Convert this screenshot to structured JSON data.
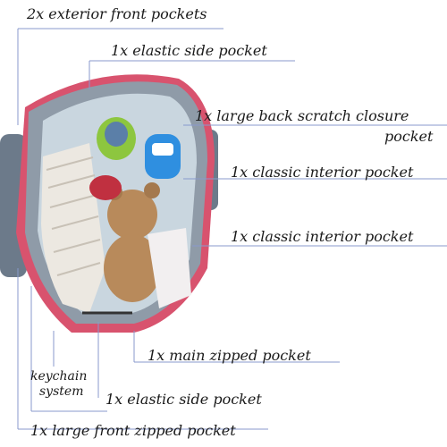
{
  "image_desc": "",
  "labels": {
    "front_pockets": "2x exterior front pockets",
    "elastic_side_top": "1x elastic side pocket",
    "back_scratch_1": "1x large back scratch closure",
    "back_scratch_2": "pocket",
    "interior_1": "1x classic interior pocket",
    "interior_2": "1x classic interior pocket",
    "main_zipped": "1x main zipped pocket",
    "keychain_1": "keychain",
    "keychain_2": "system",
    "elastic_side_bottom": "1x elastic side pocket",
    "front_zipped": "1x large front zipped pocket"
  },
  "colors": {
    "bag_pink": "#d8536e",
    "bag_grey": "#8f9ba8",
    "lining": "#c9d6df",
    "line": "#8899cc"
  }
}
